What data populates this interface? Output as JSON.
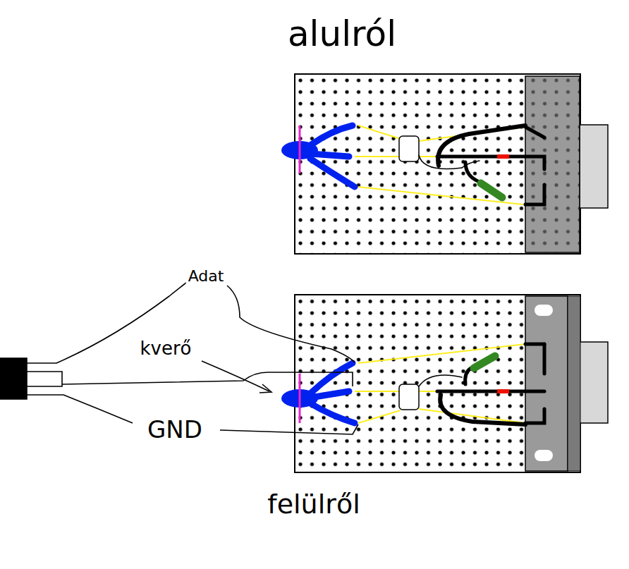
{
  "diagram": {
    "labels": [
      "alulról",
      "Adat",
      "kverő",
      "GND",
      "felülről"
    ]
  }
}
